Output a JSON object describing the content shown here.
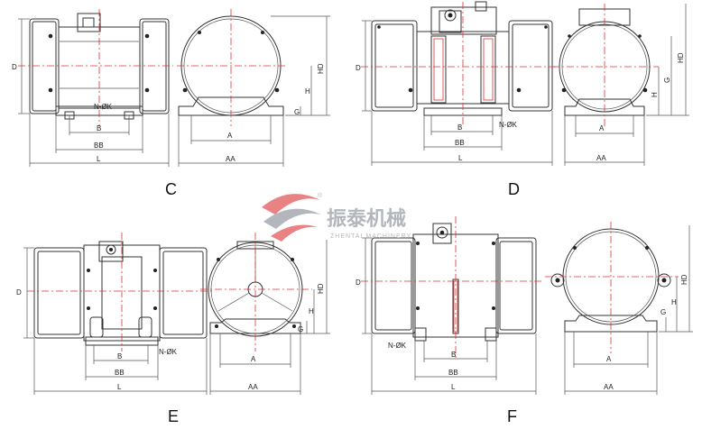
{
  "views": {
    "c": {
      "caption": "C",
      "d": "D",
      "n_phi_k": "N-ØK",
      "b": "B",
      "bb": "BB",
      "l": "L",
      "a": "A",
      "aa": "AA",
      "hd": "HD",
      "h": "H",
      "g": "G"
    },
    "d": {
      "caption": "D",
      "d": "D",
      "n_phi_k": "N-ØK",
      "b": "B",
      "bb": "BB",
      "l": "L",
      "a": "A",
      "aa": "AA",
      "hd": "HD",
      "h": "H",
      "g": "G"
    },
    "e": {
      "caption": "E",
      "d": "D",
      "n_phi_k": "N-ØK",
      "b": "B",
      "bb": "BB",
      "l": "L",
      "a": "A",
      "aa": "AA",
      "hd": "HD",
      "h": "H",
      "g": "G"
    },
    "f": {
      "caption": "F",
      "d": "D",
      "n_phi_k": "N-ØK",
      "b": "B",
      "bb": "BB",
      "l": "L",
      "a": "A",
      "aa": "AA",
      "hd": "HD",
      "h": "H",
      "g": "G"
    }
  },
  "watermark": {
    "name": "振泰机械",
    "sub": "ZHENTAI MACHINERY",
    "registered": "®"
  }
}
